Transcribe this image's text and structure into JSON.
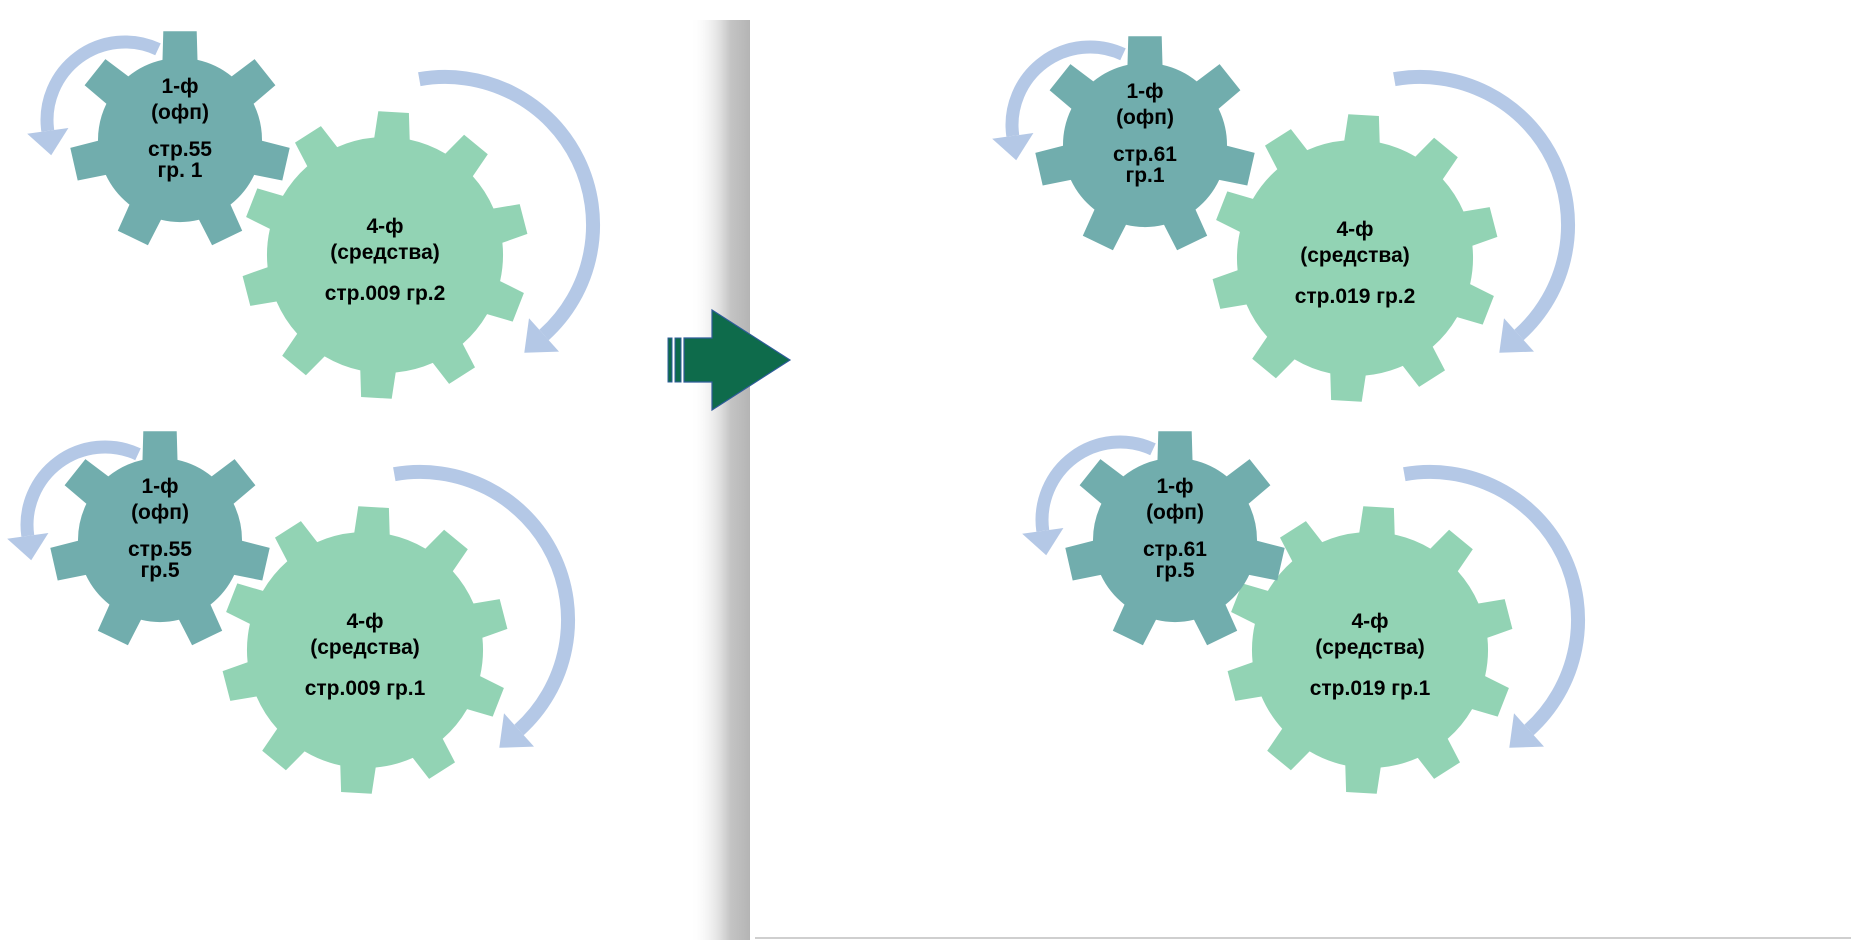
{
  "colors": {
    "small_gear": "#71adad",
    "large_gear": "#92d3b4",
    "rotation_arrow": "#b4c8e6",
    "transition_arrow": "#0e6b4b",
    "transition_arrow_outline": "#2e5c99",
    "panel_shadow": "#b9b9b9",
    "panel_background": "#ffffff"
  },
  "icons": {
    "rotation": "curved-arrow-icon",
    "transition": "notched-right-arrow-icon"
  },
  "left": {
    "top": {
      "small": {
        "lines": [
          "1-ф",
          "(офп)",
          "стр.55",
          "гр. 1"
        ]
      },
      "large": {
        "lines": [
          "4-ф",
          "(средства)",
          "стр.009 гр.2"
        ]
      }
    },
    "bottom": {
      "small": {
        "lines": [
          "1-ф",
          "(офп)",
          "стр.55",
          "гр.5"
        ]
      },
      "large": {
        "lines": [
          "4-ф",
          "(средства)",
          "стр.009 гр.1"
        ]
      }
    }
  },
  "right": {
    "top": {
      "small": {
        "lines": [
          "1-ф",
          "(офп)",
          "стр.61",
          "гр.1"
        ]
      },
      "large": {
        "lines": [
          "4-ф",
          "(средства)",
          "стр.019 гр.2"
        ]
      }
    },
    "bottom": {
      "small": {
        "lines": [
          "1-ф",
          "(офп)",
          "стр.61",
          "гр.5"
        ]
      },
      "large": {
        "lines": [
          "4-ф",
          "(средства)",
          "стр.019 гр.1"
        ]
      }
    }
  }
}
